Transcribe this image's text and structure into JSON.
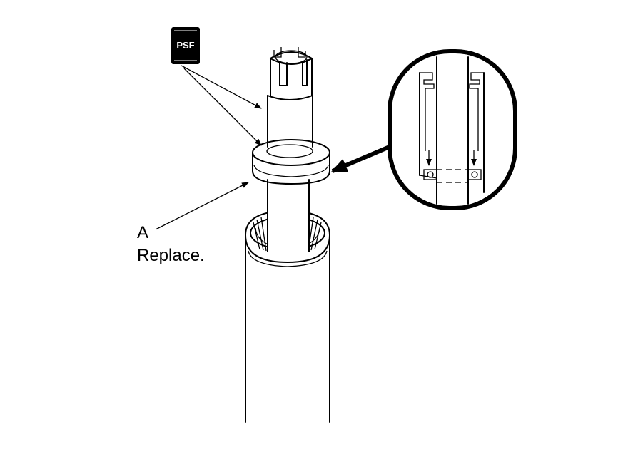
{
  "diagram": {
    "badge": {
      "text": "PSF"
    },
    "callout": {
      "letter": "A",
      "note": "Replace."
    }
  }
}
